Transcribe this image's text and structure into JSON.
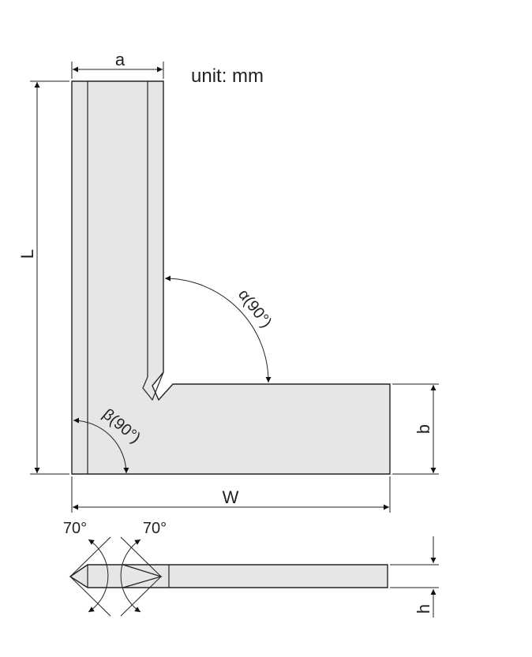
{
  "unit_label": "unit: mm",
  "dimensions": {
    "length": "L",
    "width": "W",
    "arm_width_top": "a",
    "arm_width_bottom": "b",
    "thickness": "h"
  },
  "angles": {
    "inner": "α(90°)",
    "outer": "β(90°)",
    "bevel_left": "70°",
    "bevel_right": "70°"
  },
  "colors": {
    "part_fill": "#e6e6e6",
    "line": "#222222"
  }
}
